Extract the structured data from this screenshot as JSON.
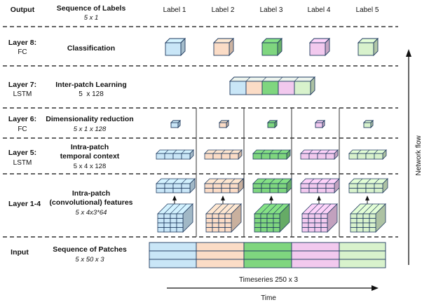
{
  "rows": [
    {
      "layer": "Output",
      "type": "",
      "title_lines": [
        "Sequence of Labels"
      ],
      "dims": "5 x 1",
      "dims_italic": true
    },
    {
      "layer": "Layer 8:",
      "type": "FC",
      "title_lines": [
        "Classification"
      ],
      "dims": "",
      "dims_italic": false
    },
    {
      "layer": "Layer 7:",
      "type": "LSTM",
      "title_lines": [
        "Inter-patch Learning"
      ],
      "dims": "5  x 128",
      "dims_italic": false
    },
    {
      "layer": "Layer 6:",
      "type": "FC",
      "title_lines": [
        "Dimensionality reduction"
      ],
      "dims": "5 x 1 x 128",
      "dims_italic": true
    },
    {
      "layer": "Layer 5:",
      "type": "LSTM",
      "title_lines": [
        "Intra-patch",
        "temporal context"
      ],
      "dims": "5 x 4 x 128",
      "dims_italic": false
    },
    {
      "layer": "Layer 1-4",
      "type": "",
      "title_lines": [
        "Intra-patch",
        "(convolutional) features"
      ],
      "dims": "5 x 4x3*64",
      "dims_italic": true
    },
    {
      "layer": "Input",
      "type": "",
      "title_lines": [
        "Sequence of Patches"
      ],
      "dims": "5 x 50 x 3",
      "dims_italic": true
    }
  ],
  "labels": [
    "Label 1",
    "Label 2",
    "Label 3",
    "Label 4",
    "Label 5"
  ],
  "colors": {
    "blue": "#c9e6f7",
    "peach": "#fbdcc6",
    "green": "#7fd67f",
    "pink": "#f2c9ee",
    "lightgreen": "#d8f2cc"
  },
  "timeseries_label": "Timeseries 250 x 3",
  "time_label": "Time",
  "network_flow_label": "Network flow"
}
